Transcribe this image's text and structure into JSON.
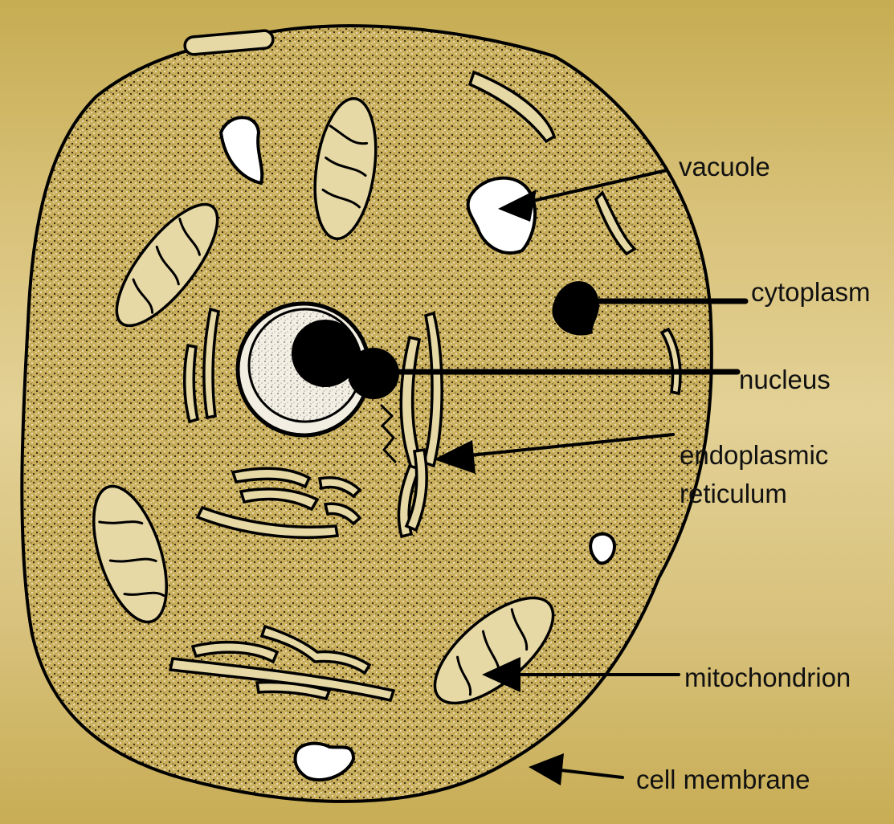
{
  "diagram": {
    "labels": {
      "vacuole": "vacuole",
      "cytoplasm": "cytoplasm",
      "nucleus": "nucleus",
      "er_line1": "endoplasmic",
      "er_line2": "reticulum",
      "mitochondrion": "mitochondrion",
      "cell_membrane": "cell membrane"
    },
    "colors": {
      "background": "#d8c178",
      "cell_fill": "#c9ae5c",
      "outline": "#000000",
      "nucleus_fill": "#f2eee2"
    }
  }
}
